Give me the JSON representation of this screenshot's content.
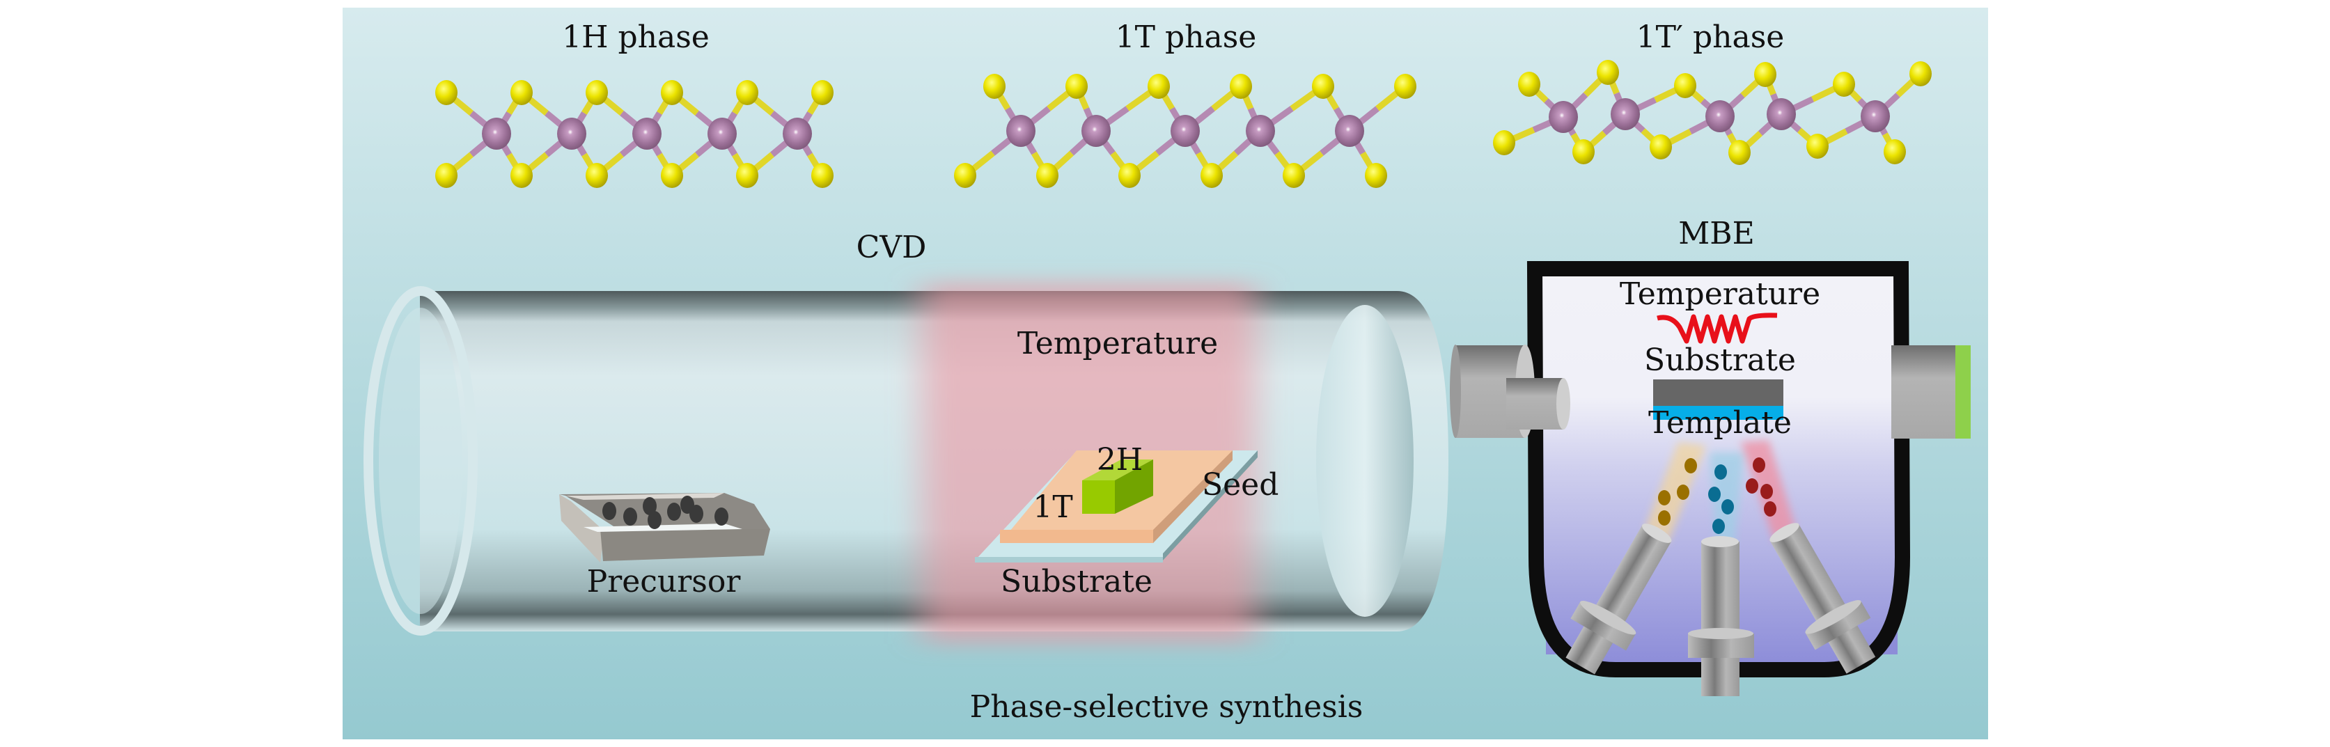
{
  "figure": {
    "caption": "Phase-selective synthesis",
    "background_gradient": [
      "#d7ebee",
      "#95c9d0"
    ]
  },
  "phases": [
    {
      "id": "1H",
      "title": "1H phase",
      "structure": "1H"
    },
    {
      "id": "1T",
      "title": "1T phase",
      "structure": "1T"
    },
    {
      "id": "1Tprime",
      "title": "1T′ phase",
      "structure": "1T'"
    }
  ],
  "atom_colors": {
    "chalcogen": "#e8e000",
    "metal": "#9a6f96",
    "bond_chalcogen": "#e0d62a",
    "bond_metal": "#b58ab2"
  },
  "cvd": {
    "title": "CVD",
    "temperature_label": "Temperature",
    "precursor_label": "Precursor",
    "substrate_label": "Substrate",
    "seed_label": "Seed",
    "phase_1t_label": "1T",
    "phase_2h_label": "2H",
    "colors": {
      "heat_zone": "#ee9aa6",
      "film_1t": "#f3c49c",
      "crystal_2h": "#8cc400",
      "substrate": "#c8e6ea",
      "boat": "#8a8780",
      "precursor_particle": "#3a3a3a"
    }
  },
  "mbe": {
    "title": "MBE",
    "temperature_label": "Temperature",
    "substrate_label": "Substrate",
    "template_label": "Template",
    "colors": {
      "heater": "#e8101a",
      "substrate": "#666666",
      "template": "#06aee8",
      "chamber_outline": "#0d0d0d",
      "chamber_fill_top": "#f2f2f8",
      "chamber_fill_bottom": "#8d8dd8",
      "viewport_green": "#8ed04b"
    },
    "sources": [
      {
        "name": "source-left",
        "particle_color": "#9a7000",
        "beam_color": "#f2d59e"
      },
      {
        "name": "source-center",
        "particle_color": "#0a6d92",
        "beam_color": "#9fd0e6"
      },
      {
        "name": "source-right",
        "particle_color": "#991c1c",
        "beam_color": "#f08ea0"
      }
    ]
  }
}
